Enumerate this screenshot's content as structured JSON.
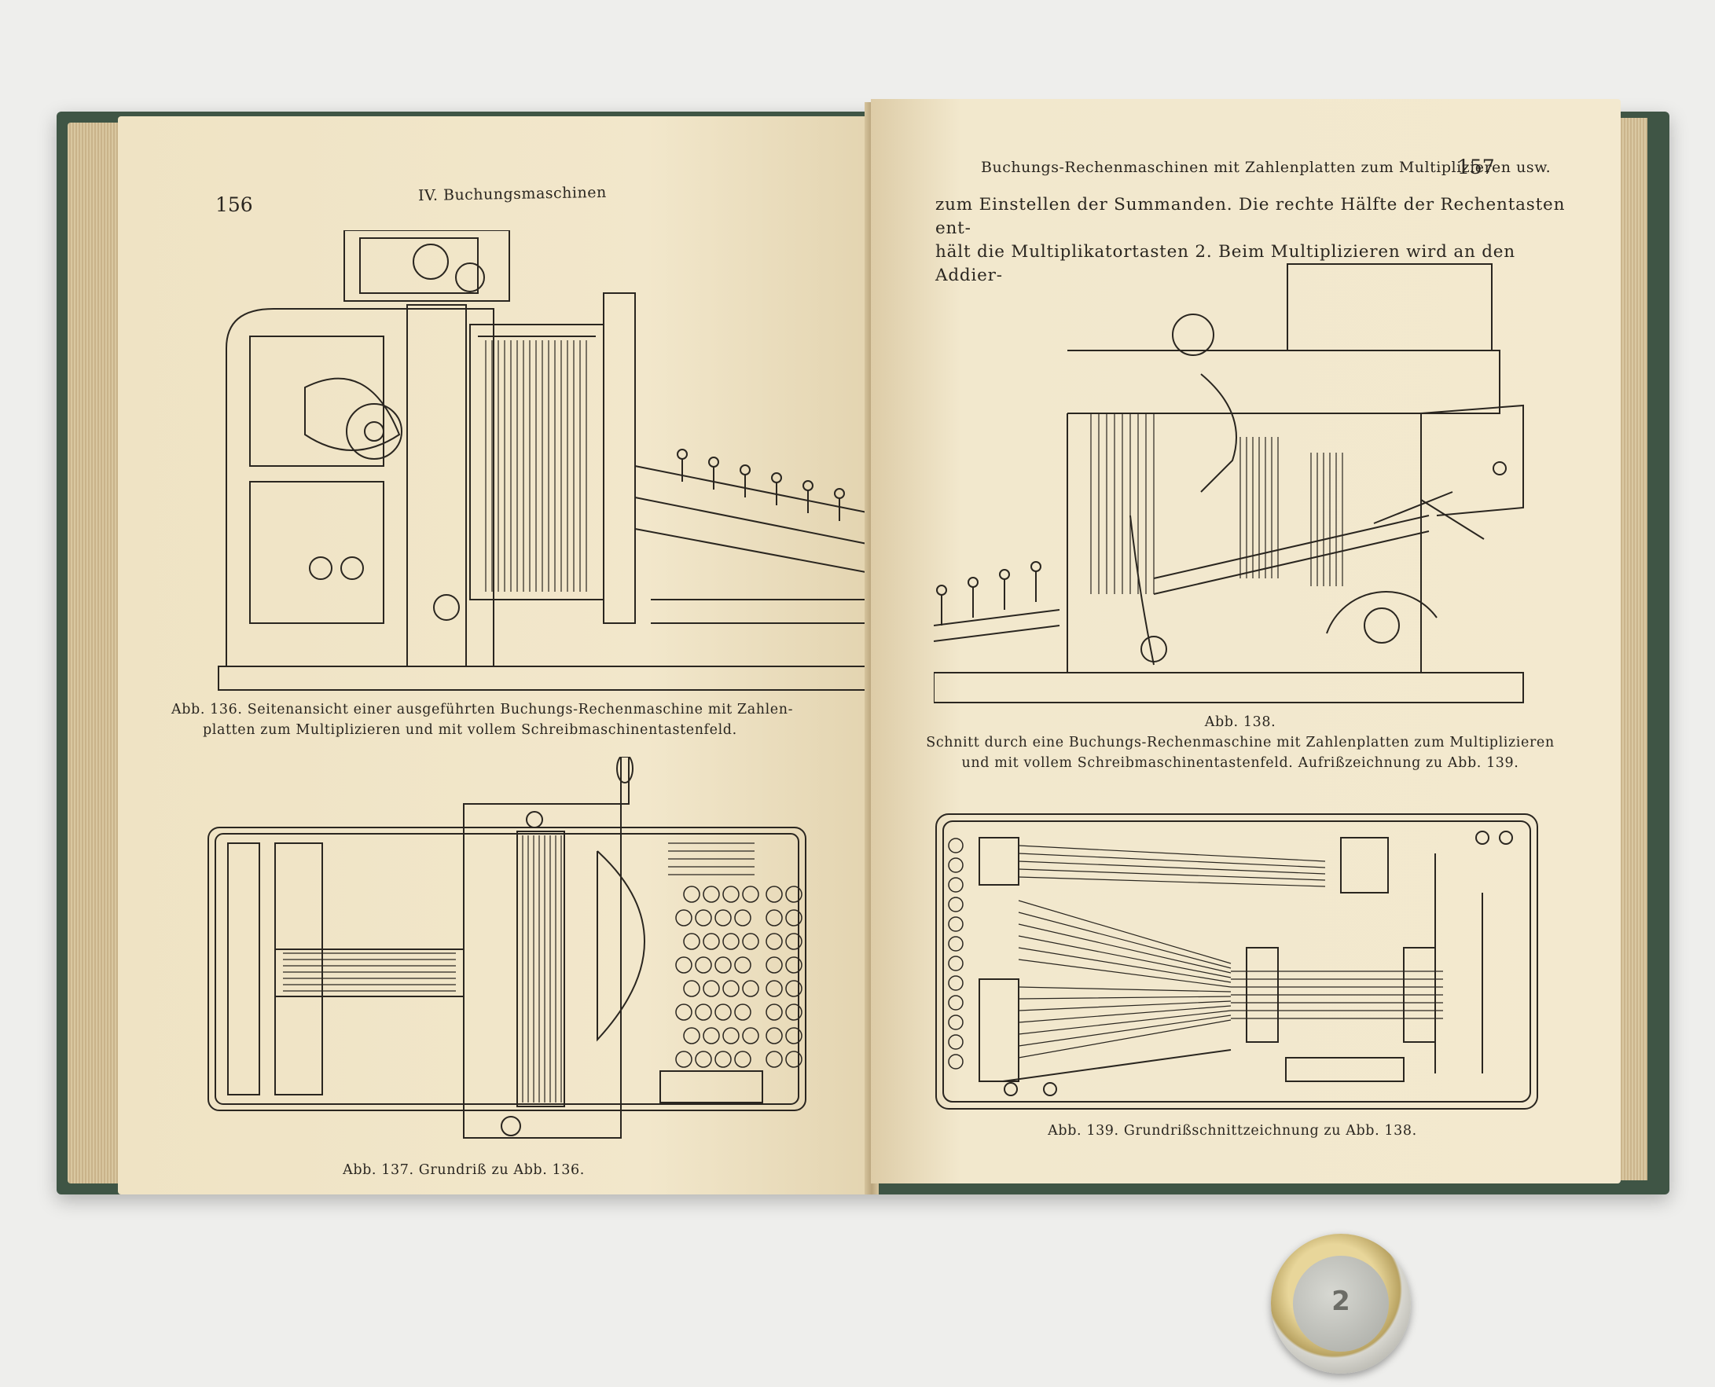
{
  "left_page": {
    "page_number": "156",
    "running_head": "IV. Buchungsmaschinen",
    "fig136_caption_line1": "Abb. 136. Seitenansicht einer ausgeführten Buchungs-Rechenmaschine mit Zahlen-",
    "fig136_caption_line2": "platten zum Multiplizieren und mit vollem Schreibmaschinentastenfeld.",
    "fig137_caption": "Abb. 137. Grundriß zu Abb. 136."
  },
  "right_page": {
    "page_number": "157",
    "running_head": "Buchungs-Rechenmaschinen mit Zahlenplatten zum Multiplizieren usw.",
    "body_line1": "zum Einstellen der Summanden. Die rechte Hälfte der Rechentasten ent-",
    "body_line2": "hält die Multiplikatortasten 2. Beim Multiplizieren wird an den Addier-",
    "fig138_label": "Abb. 138.",
    "fig138_caption_line1": "Schnitt durch eine Buchungs-Rechenmaschine mit Zahlenplatten zum Multiplizieren",
    "fig138_caption_line2": "und mit vollem Schreibmaschinentastenfeld. Aufrißzeichnung zu Abb. 139.",
    "fig139_caption": "Abb. 139. Grundrißschnittzeichnung zu Abb. 138."
  },
  "coin": {
    "denomination": "2"
  },
  "colors": {
    "cover": "#3f5545",
    "paper": "#f0e5c8",
    "ink": "#2a2620",
    "background": "#eeeeec"
  }
}
